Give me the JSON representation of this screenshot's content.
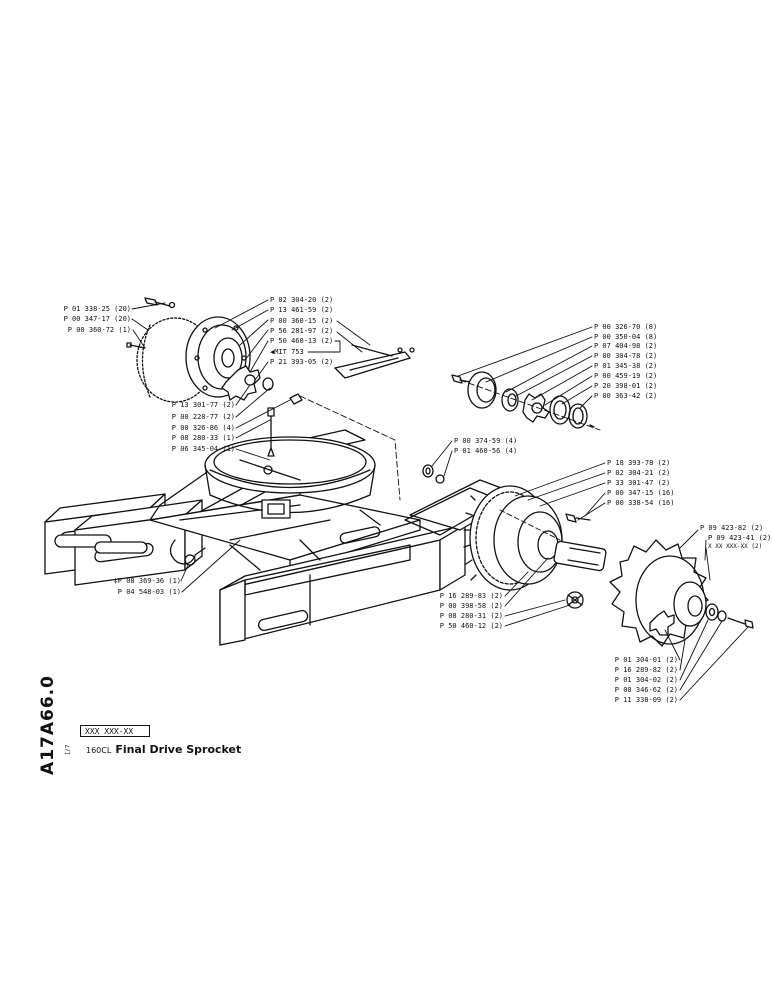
{
  "doc": {
    "id": "A17A66.0",
    "page": "1/7",
    "code": "XXX XXX-XX",
    "model": "160CL",
    "title": "Final Drive Sprocket"
  },
  "labels": {
    "drive_left": [
      "P 01 338-25 (20)",
      "P 00 347-17 (20)",
      "P 00 360-72 (1)"
    ],
    "drive_right": [
      "P 02 304-20 (2)",
      "P 13 461-59 (2)",
      "P 00 360-15 (2)",
      "P 56 281-97 (2)",
      "P 50 460-13 (2)",
      "MIT 753",
      "P 21 393-05 (2)"
    ],
    "mount_lower": [
      "P 13 301-77 (2)",
      "P 00 228-77 (2)",
      "P 00 326-86 (4)",
      "P 08 280-33 (1)",
      "P 06 345-04 (1)"
    ],
    "frame": [
      "‡P 08 369-36 (1)",
      "P 04 548-03 (1)"
    ],
    "bearing_group": [
      "P 00 326-70 (8)",
      "P 00 350-04 (8)",
      "P 07 404-98 (2)",
      "P 00 304-78 (2)",
      "P 01 345-38 (2)",
      "P 00 459-19 (2)",
      "P 20 398-01 (2)",
      "P 00 363-42 (2)"
    ],
    "center": [
      "P 00 374-59 (4)",
      "P 01 460-56 (4)"
    ],
    "gear_top": [
      "P 18 393-78 (2)",
      "P 02 304-21 (2)",
      "P 33 301-47 (2)",
      "P 00 347-15 (16)",
      "P 00 338-54 (16)"
    ],
    "sprocket_top": [
      "P 09 423-82 (2)",
      "P 09 423-41 (2)",
      "X XX XXX-XX (2)"
    ],
    "gear_bottom": [
      "P 16 289-83 (2)",
      "P 00 398-58 (2)",
      "P 08 280-31 (2)",
      "P 50 460-12 (2)"
    ],
    "sprocket_bottom": [
      "P 01 304-01 (2)",
      "P 16 289-82 (2)",
      "P 01 304-02 (2)",
      "P 00 346-62 (2)",
      "P 11 338-09 (2)"
    ]
  }
}
